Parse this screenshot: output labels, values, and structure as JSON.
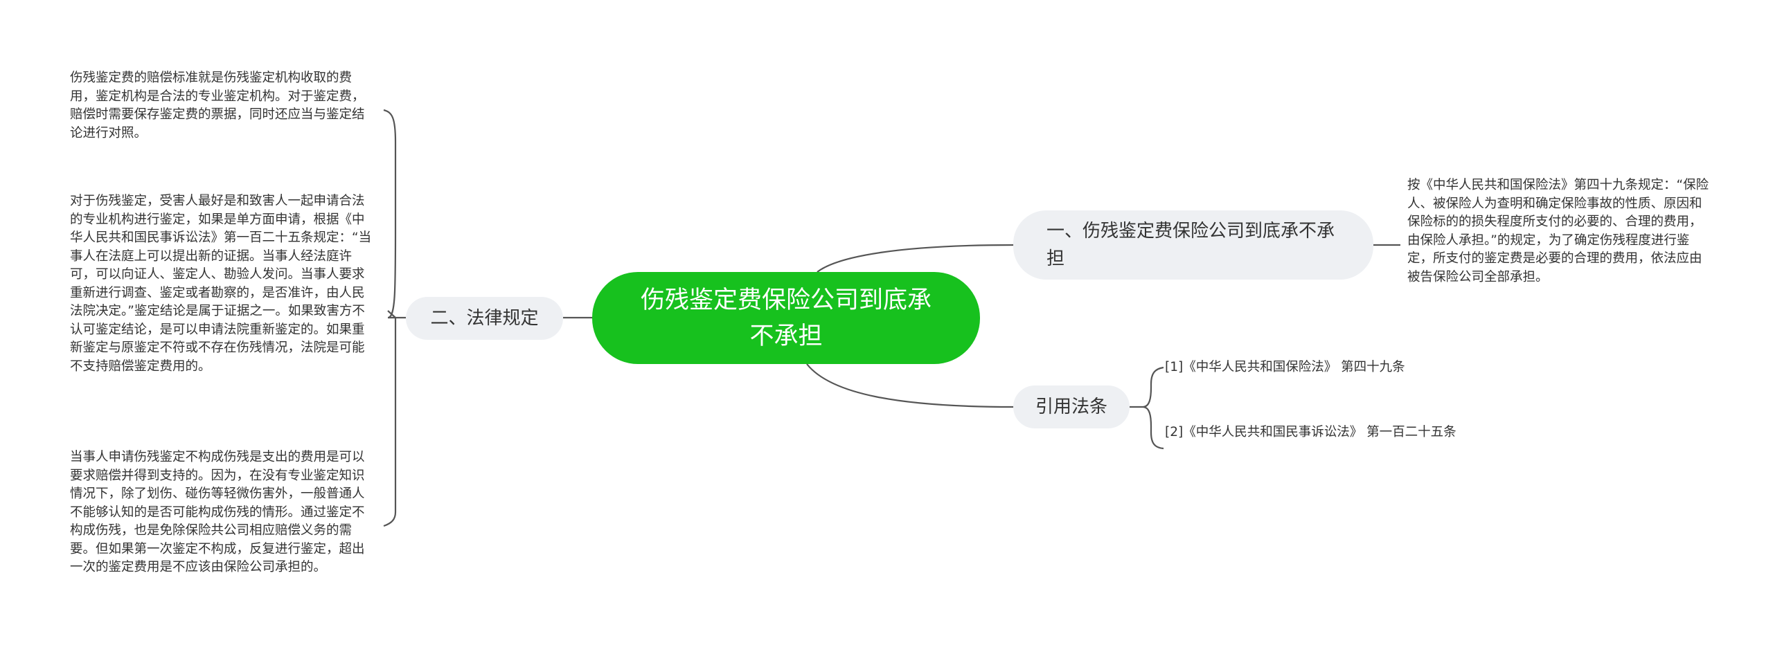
{
  "root": {
    "label": "伤残鉴定费保险公司到底承不承担"
  },
  "branches": {
    "right1": {
      "label": "一、伤残鉴定费保险公司到底承不承担"
    },
    "left": {
      "label": "二、法律规定"
    },
    "refs": {
      "label": "引用法条"
    }
  },
  "leaves": {
    "left_1": "伤残鉴定费的赔偿标准就是伤残鉴定机构收取的费用，鉴定机构是合法的专业鉴定机构。对于鉴定费，赔偿时需要保存鉴定费的票据，同时还应当与鉴定结论进行对照。",
    "left_2": "对于伤残鉴定，受害人最好是和致害人一起申请合法的专业机构进行鉴定，如果是单方面申请，根据《中华人民共和国民事诉讼法》第一百二十五条规定：“当事人在法庭上可以提出新的证据。当事人经法庭许可，可以向证人、鉴定人、勘验人发问。当事人要求重新进行调查、鉴定或者勘察的，是否准许，由人民法院决定。”鉴定结论是属于证据之一。如果致害方不认可鉴定结论，是可以申请法院重新鉴定的。如果重新鉴定与原鉴定不符或不存在伤残情况，法院是可能不支持赔偿鉴定费用的。",
    "left_3": "当事人申请伤残鉴定不构成伤残是支出的费用是可以要求赔偿并得到支持的。因为，在没有专业鉴定知识情况下，除了划伤、碰伤等轻微伤害外，一般普通人不能够认知的是否可能构成伤残的情形。通过鉴定不构成伤残，也是免除保险共公司相应赔偿义务的需要。但如果第一次鉴定不构成，反复进行鉴定，超出一次的鉴定费用是不应该由保险公司承担的。",
    "right_1": "按《中华人民共和国保险法》第四十九条规定：“保险人、被保险人为查明和确定保险事故的性质、原因和保险标的的损失程度所支付的必要的、合理的费用，由保险人承担。”的规定，为了确定伤残程度进行鉴定，所支付的鉴定费是必要的合理的费用，依法应由被告保险公司全部承担。",
    "ref_1": "[1]《中华人民共和国保险法》 第四十九条",
    "ref_2": "[2]《中华人民共和国民事诉讼法》 第一百二十五条"
  },
  "colors": {
    "root": "#17c11e",
    "branch": "#eef0f3",
    "line": "#555555"
  }
}
